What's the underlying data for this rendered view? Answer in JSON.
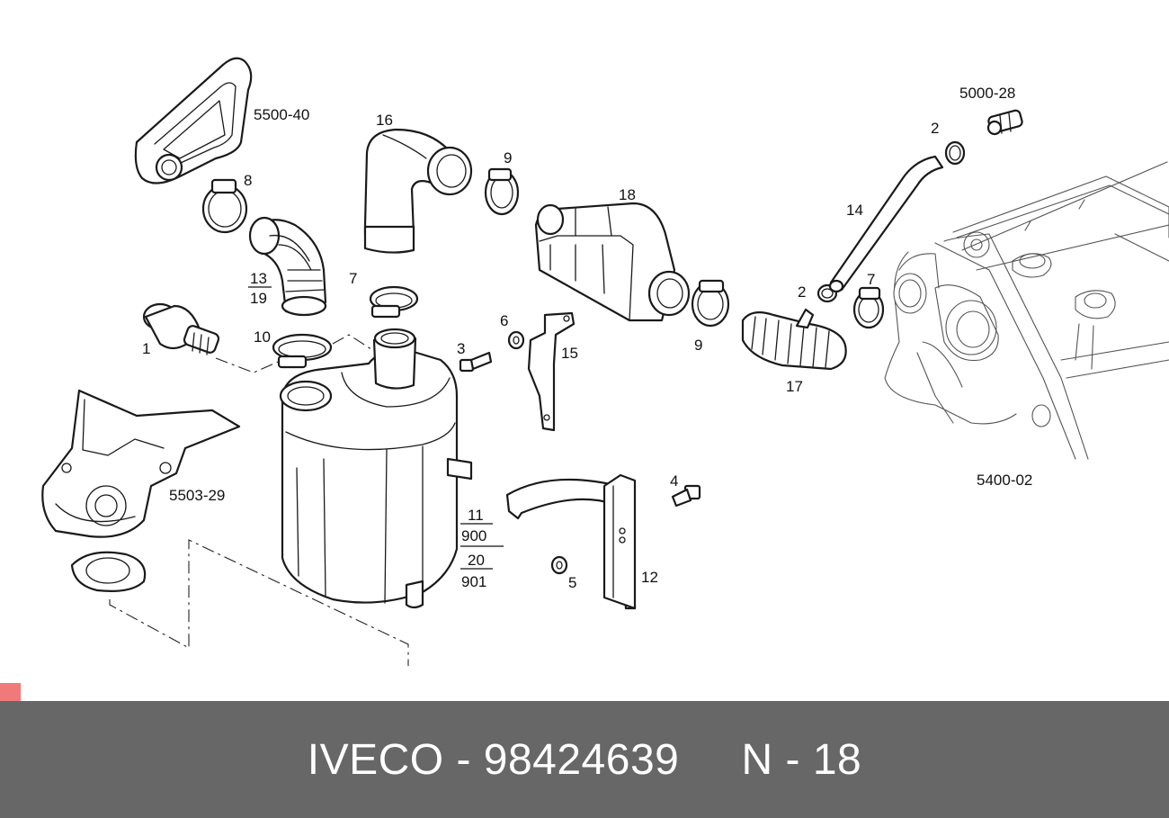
{
  "footer": {
    "text": "IVECO - 98424639     N - 18"
  },
  "colors": {
    "footer_background": "#676767",
    "footer_text": "#ffffff",
    "corner_marker": "#f07a7a",
    "line": "#1a1a1a"
  },
  "callouts": {
    "c_1": "1",
    "c_2a": "2",
    "c_2b": "2",
    "c_3": "3",
    "c_4": "4",
    "c_5": "5",
    "c_6": "6",
    "c_7a": "7",
    "c_7b": "7",
    "c_8": "8",
    "c_9a": "9",
    "c_9b": "9",
    "c_10": "10",
    "c_11": "11",
    "c_900": "900",
    "c_12": "12",
    "c_13": "13",
    "c_19": "19",
    "c_14": "14",
    "c_15": "15",
    "c_16": "16",
    "c_17": "17",
    "c_18": "18",
    "c_20": "20",
    "c_901": "901",
    "c_5500_40": "5500-40",
    "c_5000_28": "5000-28",
    "c_5503_29": "5503-29",
    "c_5400_02": "5400-02"
  }
}
